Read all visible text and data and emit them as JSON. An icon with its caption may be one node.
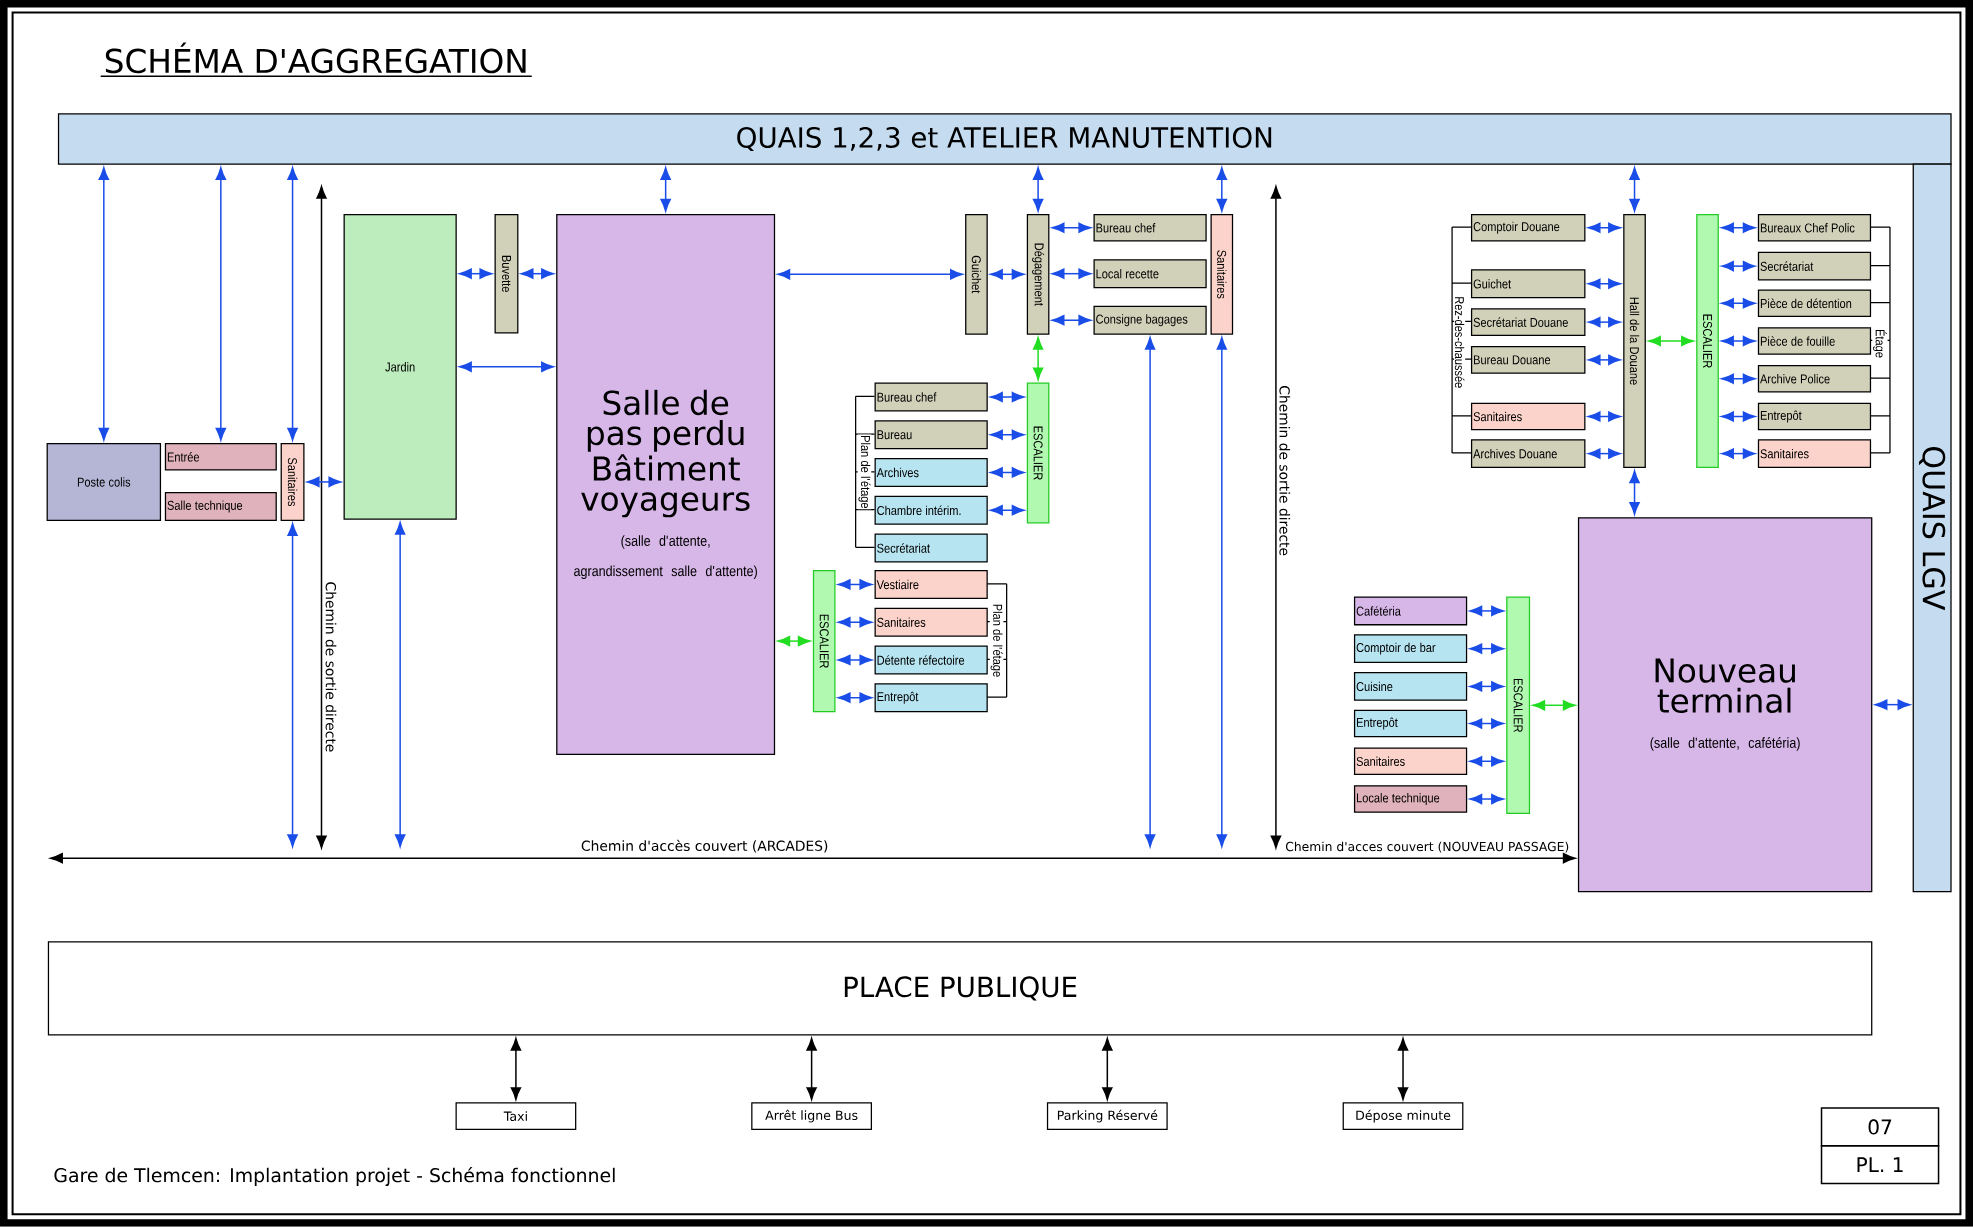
{
  "diagram": {
    "title": "SCHÉMA D'AGGREGATION",
    "caption": "Gare de Tlemcen: Implantation projet - Schéma fonctionnel",
    "nodes": [
      {
        "text": [
          "QUAIS 1,2,3 et ATELIER MANUTENTION"
        ]
      },
      {
        "text": [
          "QUAIS LGV"
        ]
      },
      {
        "text": [
          "Poste colis"
        ]
      },
      {
        "text": [
          "Entrée"
        ]
      },
      {
        "text": [
          "Salle technique"
        ]
      },
      {
        "text": [
          "Sanitaires"
        ]
      },
      {
        "text": [
          "Jardin"
        ]
      },
      {
        "text": [
          "Buvette"
        ]
      },
      {
        "text": [
          "Salle de pas perdu Bâtiment voyageurs",
          "(salle d'attente, agrandissement salle d'attente)"
        ]
      },
      {
        "text": [
          "Guichet"
        ]
      },
      {
        "text": [
          "Dégagement"
        ]
      },
      {
        "text": [
          "Bureau chef"
        ]
      },
      {
        "text": [
          "Local recette"
        ]
      },
      {
        "text": [
          "Consigne bagages"
        ]
      },
      {
        "text": [
          "Sanitaires"
        ]
      },
      {
        "text": [
          "ESCALIER"
        ]
      },
      {
        "text": [
          "Bureau chef"
        ]
      },
      {
        "text": [
          "Bureau"
        ]
      },
      {
        "text": [
          "Archives"
        ]
      },
      {
        "text": [
          "Chambre intérim."
        ]
      },
      {
        "text": [
          "Secrétariat"
        ]
      },
      {
        "text": [
          "ESCALIER"
        ]
      },
      {
        "text": [
          "Vestiaire"
        ]
      },
      {
        "text": [
          "Sanitaires"
        ]
      },
      {
        "text": [
          "Détente réfectoire"
        ]
      },
      {
        "text": [
          "Entrepôt"
        ]
      },
      {
        "text": [
          "Comptoir Douane"
        ]
      },
      {
        "text": [
          "Guichet"
        ]
      },
      {
        "text": [
          "Secrétariat Douane"
        ]
      },
      {
        "text": [
          "Bureau Douane"
        ]
      },
      {
        "text": [
          "Sanitaires"
        ]
      },
      {
        "text": [
          "Archives Douane"
        ]
      },
      {
        "text": [
          "Hall de la Douane"
        ]
      },
      {
        "text": [
          "ESCALIER"
        ]
      },
      {
        "text": [
          "Bureaux Chef Polic"
        ]
      },
      {
        "text": [
          "Secrétariat"
        ]
      },
      {
        "text": [
          "Pièce de détention"
        ]
      },
      {
        "text": [
          "Pièce de fouille"
        ]
      },
      {
        "text": [
          "Archive Police"
        ]
      },
      {
        "text": [
          "Entrepôt"
        ]
      },
      {
        "text": [
          "Sanitaires"
        ]
      },
      {
        "text": [
          "Nouveau terminal",
          "(salle d'attente, cafétéria)"
        ]
      },
      {
        "text": [
          "ESCALIER"
        ]
      },
      {
        "text": [
          "Cafétéria"
        ]
      },
      {
        "text": [
          "Comptoir de bar"
        ]
      },
      {
        "text": [
          "Cuisine"
        ]
      },
      {
        "text": [
          "Entrepôt"
        ]
      },
      {
        "text": [
          "Sanitaires"
        ]
      },
      {
        "text": [
          "Locale technique"
        ]
      },
      {
        "text": [
          "PLACE PUBLIQUE"
        ]
      },
      {
        "text": [
          "Taxi"
        ]
      },
      {
        "text": [
          "Arrêt ligne Bus"
        ]
      },
      {
        "text": [
          "Parking Réservé"
        ]
      },
      {
        "text": [
          "Dépose minute"
        ]
      }
    ],
    "edges": [
      {
        "from": 0,
        "to": 2,
        "arrow": "both"
      },
      {
        "from": 0,
        "to": 3,
        "arrow": "both"
      },
      {
        "from": 0,
        "to": 5,
        "arrow": "both"
      },
      {
        "from": 5,
        "to": 6,
        "arrow": "both"
      },
      {
        "from": 6,
        "to": 7,
        "arrow": "both"
      },
      {
        "from": 7,
        "to": 8,
        "arrow": "both"
      },
      {
        "from": 6,
        "to": 8,
        "arrow": "both"
      },
      {
        "from": 0,
        "to": 8,
        "arrow": "both"
      },
      {
        "from": 8,
        "to": 9,
        "arrow": "both"
      },
      {
        "from": 9,
        "to": 10,
        "arrow": "both"
      },
      {
        "from": 0,
        "to": 10,
        "arrow": "both"
      },
      {
        "from": 10,
        "to": 11,
        "arrow": "both"
      },
      {
        "from": 10,
        "to": 12,
        "arrow": "both"
      },
      {
        "from": 10,
        "to": 13,
        "arrow": "both"
      },
      {
        "from": 0,
        "to": 14,
        "arrow": "both"
      },
      {
        "from": 10,
        "to": 15,
        "arrow": "both",
        "color": "#22dd22"
      },
      {
        "from": 16,
        "to": 15,
        "arrow": "both"
      },
      {
        "from": 17,
        "to": 15,
        "arrow": "both"
      },
      {
        "from": 18,
        "to": 15,
        "arrow": "both"
      },
      {
        "from": 19,
        "to": 15,
        "arrow": "both"
      },
      {
        "from": 8,
        "to": 21,
        "arrow": "both",
        "color": "#22dd22"
      },
      {
        "from": 21,
        "to": 22,
        "arrow": "both"
      },
      {
        "from": 21,
        "to": 23,
        "arrow": "both"
      },
      {
        "from": 21,
        "to": 24,
        "arrow": "both"
      },
      {
        "from": 21,
        "to": 25,
        "arrow": "both"
      },
      {
        "from": 5,
        "to": null,
        "arrow": "both"
      },
      {
        "from": 6,
        "to": null,
        "arrow": "both"
      },
      {
        "from": 13,
        "to": null,
        "arrow": "both"
      },
      {
        "from": 14,
        "to": null,
        "arrow": "both"
      },
      {
        "from": null,
        "to": 41,
        "arrow": "both",
        "label": "Chemin d'accès couvert (ARCADES)",
        "color": "#000000"
      },
      {
        "from": 0,
        "to": 32,
        "arrow": "both"
      },
      {
        "from": 26,
        "to": 32,
        "arrow": "both"
      },
      {
        "from": 27,
        "to": 32,
        "arrow": "both"
      },
      {
        "from": 28,
        "to": 32,
        "arrow": "both"
      },
      {
        "from": 29,
        "to": 32,
        "arrow": "both"
      },
      {
        "from": 30,
        "to": 32,
        "arrow": "both"
      },
      {
        "from": 31,
        "to": 32,
        "arrow": "both"
      },
      {
        "from": 32,
        "to": 33,
        "arrow": "both",
        "color": "#22dd22"
      },
      {
        "from": 33,
        "to": 34,
        "arrow": "both"
      },
      {
        "from": 33,
        "to": 35,
        "arrow": "both"
      },
      {
        "from": 33,
        "to": 36,
        "arrow": "both"
      },
      {
        "from": 33,
        "to": 37,
        "arrow": "both"
      },
      {
        "from": 33,
        "to": 38,
        "arrow": "both"
      },
      {
        "from": 33,
        "to": 39,
        "arrow": "both"
      },
      {
        "from": 33,
        "to": 40,
        "arrow": "both"
      },
      {
        "from": 32,
        "to": 41,
        "arrow": "both"
      },
      {
        "from": 43,
        "to": 42,
        "arrow": "both"
      },
      {
        "from": 44,
        "to": 42,
        "arrow": "both"
      },
      {
        "from": 45,
        "to": 42,
        "arrow": "both"
      },
      {
        "from": 46,
        "to": 42,
        "arrow": "both"
      },
      {
        "from": 47,
        "to": 42,
        "arrow": "both"
      },
      {
        "from": 48,
        "to": 42,
        "arrow": "both"
      },
      {
        "from": 42,
        "to": 41,
        "arrow": "both",
        "color": "#22dd22"
      },
      {
        "from": 41,
        "to": 1,
        "arrow": "both"
      },
      {
        "from": 49,
        "to": 50,
        "arrow": "both",
        "color": "#000000"
      },
      {
        "from": 49,
        "to": 51,
        "arrow": "both",
        "color": "#000000"
      },
      {
        "from": 49,
        "to": 52,
        "arrow": "both",
        "color": "#000000"
      },
      {
        "from": 49,
        "to": 53,
        "arrow": "both",
        "color": "#000000"
      }
    ],
    "labels": [
      "Chemin de sortie directe",
      "Plan de l'étage",
      "Plan de l'étage",
      "Rez-des-chaussée",
      "Étage",
      "Chemin de sortie directe",
      "Chemin d'acces couvert (NOUVEAU PASSAGE)",
      "07",
      "PL. 1"
    ]
  }
}
